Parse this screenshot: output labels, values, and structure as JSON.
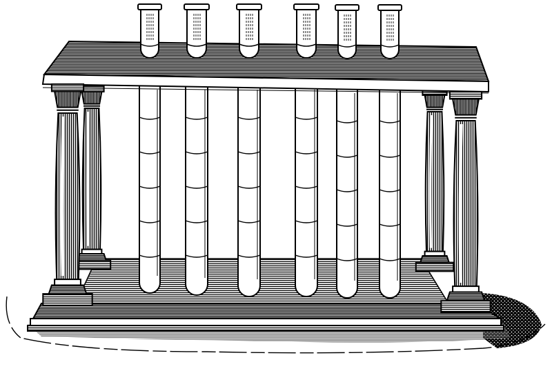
{
  "image": {
    "subject": "engraving-test-tube-rack",
    "style": "black-and-white woodcut line engraving",
    "tube_count": 6,
    "column_count": 4,
    "colors": {
      "ink": "#000000",
      "paper": "#ffffff"
    }
  }
}
